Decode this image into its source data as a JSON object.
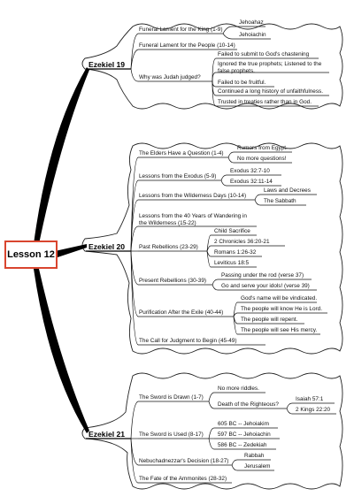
{
  "root": "Lesson 12",
  "sections": [
    {
      "name": "Ezekiel 19",
      "items": [
        {
          "label": "Funeral Lament for the King (1-9)",
          "children": [
            "Jehoahaz",
            "Jehoiachin"
          ]
        },
        {
          "label": "Funeral Lament for the People (10-14)",
          "children": []
        },
        {
          "label": "Why was Judah judged?",
          "children": [
            "Failed to submit to God's chastening",
            "Ignored the true prophets; Listened to the false prophets.",
            "Failed to be fruitful.",
            "Continued a long history of unfaithfulness.",
            "Trusted in treaties rather than in God."
          ]
        }
      ]
    },
    {
      "name": "Ezekiel 20",
      "items": [
        {
          "label": "The Elders Have a Question (1-4)",
          "children": [
            "Rumors from Egypt.",
            "No more questions!"
          ]
        },
        {
          "label": "Lessons from the Exodus (5-9)",
          "children": [
            "Exodus 32:7-10",
            "Exodus 32:11-14"
          ]
        },
        {
          "label": "Lessons from the Wilderness Days (10-14)",
          "children": [
            "Laws and Decrees",
            "The Sabbath"
          ]
        },
        {
          "label": "Lessons from the 40 Years of Wandering in the Wilderness (15-22)",
          "children": []
        },
        {
          "label": "Past Rebellions (23-29)",
          "children": [
            "Child Sacrifice",
            "2 Chronicles 36:20-21",
            "Romans 1:26-32",
            "Leviticus 18:5"
          ]
        },
        {
          "label": "Present Rebellions (30-39)",
          "children": [
            "Passing under the rod (verse 37)",
            "Go and serve your idols! (verse 39)"
          ]
        },
        {
          "label": "Purification After the Exile (40-44)",
          "children": [
            "God's name will be vindicated.",
            "The people will know He is Lord.",
            "The people will repent.",
            "The people will see His mercy."
          ]
        },
        {
          "label": "The Call for Judgment to Begin (45-49)",
          "children": []
        }
      ]
    },
    {
      "name": "Ezekiel 21",
      "items": [
        {
          "label": "The Sword is Drawn (1-7)",
          "children": [
            "No more riddles.",
            "Death of the Righteous?"
          ],
          "grandchildren": [
            "Isaiah 57:1",
            "2 Kings 22:20"
          ]
        },
        {
          "label": "The Sword is Used (8-17)",
          "children": [
            "605 BC -- Jehoiakim",
            "597 BC -- Jehoiachin",
            "586 BC -- Zedekiah"
          ]
        },
        {
          "label": "Nebuchadnezzar's Decision (18-27)",
          "children": [
            "Rabbah",
            "Jerusalem"
          ]
        },
        {
          "label": "The Fate of the Ammonites (28-32)",
          "children": []
        }
      ]
    }
  ]
}
